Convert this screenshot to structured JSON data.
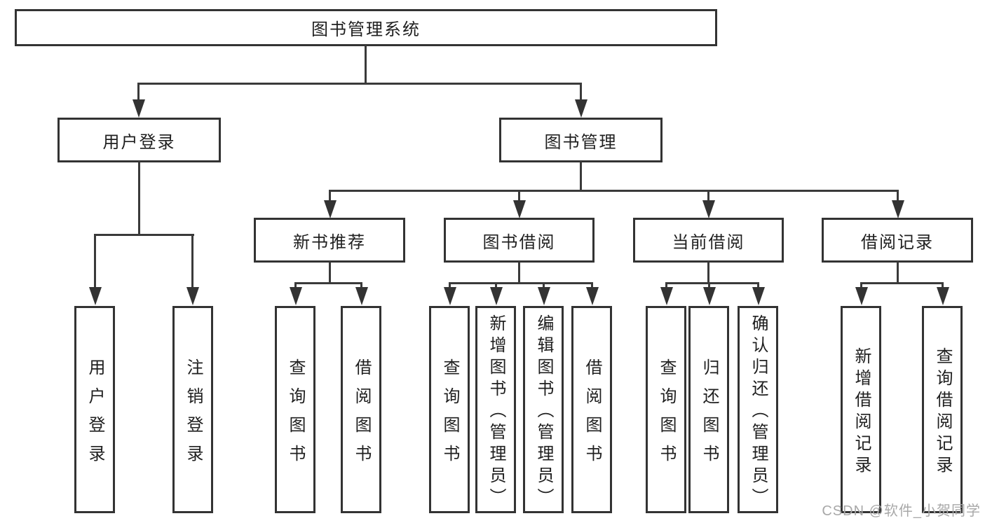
{
  "tree": {
    "label": "图书管理系统",
    "children": [
      {
        "label": "用户登录",
        "children": [
          {
            "label": "用户登录"
          },
          {
            "label": "注销登录"
          }
        ]
      },
      {
        "label": "图书管理",
        "children": [
          {
            "label": "新书推荐",
            "children": [
              {
                "label": "查询图书"
              },
              {
                "label": "借阅图书"
              }
            ]
          },
          {
            "label": "图书借阅",
            "children": [
              {
                "label": "查询图书"
              },
              {
                "label": "新增图书（管理员）"
              },
              {
                "label": "编辑图书（管理员）"
              },
              {
                "label": "借阅图书"
              }
            ]
          },
          {
            "label": "当前借阅",
            "children": [
              {
                "label": "查询图书"
              },
              {
                "label": "归还图书"
              },
              {
                "label": "确认归还（管理员）"
              }
            ]
          },
          {
            "label": "借阅记录",
            "children": [
              {
                "label": "新增借阅记录"
              },
              {
                "label": "查询借阅记录"
              }
            ]
          }
        ]
      }
    ]
  },
  "watermark": {
    "text": "CSDN @软件_小贺同学"
  },
  "colors": {
    "line": "#333333",
    "text": "#1f1f1f",
    "watermark": "#a8a8a8",
    "background": "#ffffff"
  }
}
